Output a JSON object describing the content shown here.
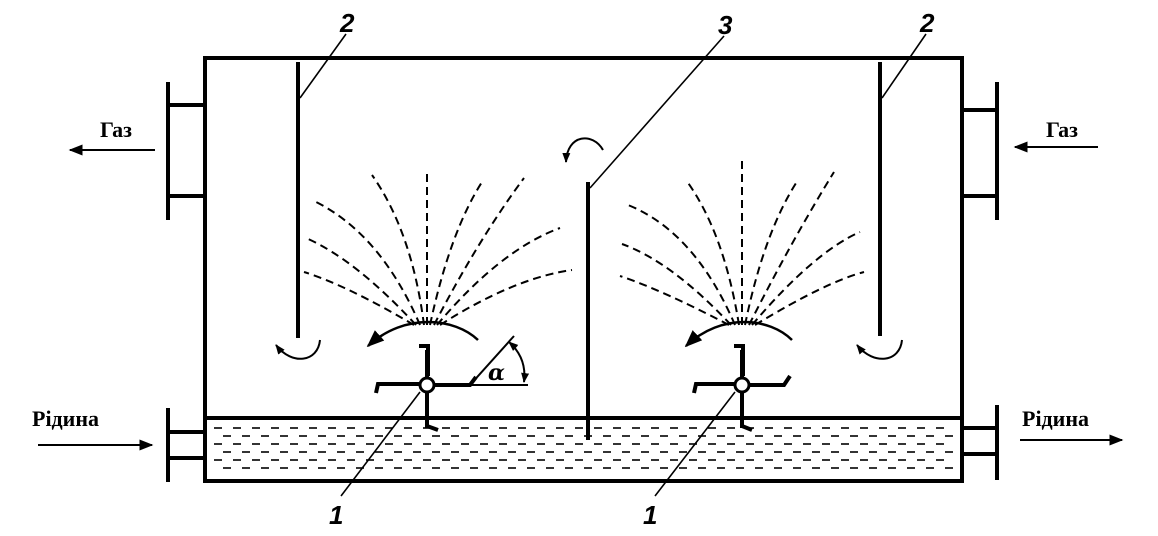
{
  "labels": {
    "gas_out": "Газ",
    "gas_in": "Газ",
    "liquid_in": "Рідина",
    "liquid_out": "Рідина",
    "callout_1_left": "1",
    "callout_1_right": "1",
    "callout_2_left": "2",
    "callout_2_right": "2",
    "callout_3": "3",
    "angle": "α"
  },
  "colors": {
    "ink": "#000000",
    "background": "#ffffff"
  },
  "icons": [
    "arrow-left-icon",
    "arrow-right-icon",
    "rotation-arrow-icon",
    "impeller-icon"
  ]
}
